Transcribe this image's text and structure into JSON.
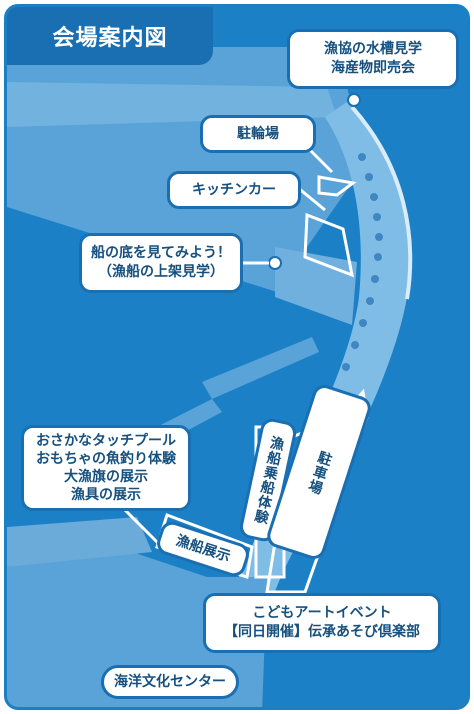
{
  "map": {
    "title": "会場案内図",
    "labels": {
      "fisheries_coop": [
        "漁協の水槽見学",
        "海産物即売会"
      ],
      "bicycle_parking": "駐輪場",
      "kitchen_car": "キッチンカー",
      "ship_bottom": [
        "船の底を見てみよう！",
        "（漁船の上架見学）"
      ],
      "touch_pool": [
        "おさかなタッチプール",
        "おもちゃの魚釣り体験",
        "大漁旗の展示",
        "漁具の展示"
      ],
      "fishing_boat_exhibit": "漁船展示",
      "boat_ride": "漁船乗船体験",
      "parking": "駐車場",
      "kids_art": [
        "こどもアートイベント",
        "【同日開催】伝承あそび倶楽部"
      ],
      "culture_center": "海洋文化センター"
    },
    "colors": {
      "sea": "#1b80c6",
      "land": "#5aa3d8",
      "accent": "#1a6fb3",
      "text": "#15507f"
    }
  }
}
